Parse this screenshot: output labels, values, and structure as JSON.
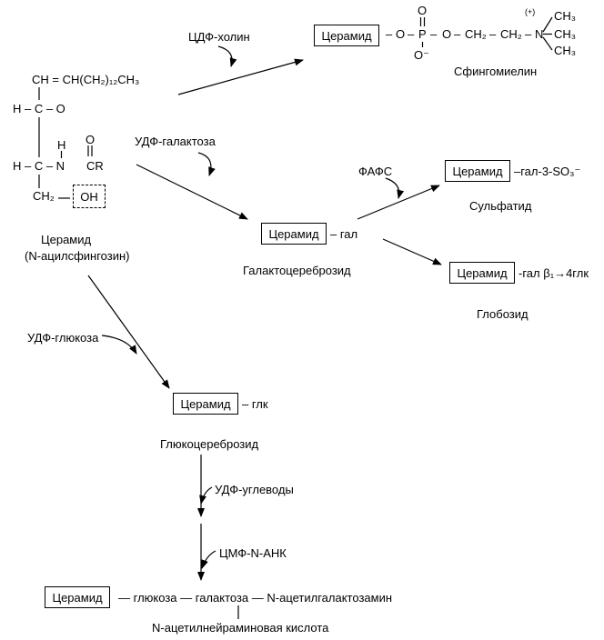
{
  "ceramide_box": "Церамид",
  "structure": {
    "r1": "CH = CH(CH₂)₁₂CH₃",
    "r2": "H – C – O",
    "r3": "H – C – N",
    "amide_h": "H",
    "carbonyl_o": "O",
    "acyl": "CR",
    "r4": "CH₂",
    "oh": "OH",
    "name": "Церамид",
    "alt_name": "(N-ацилсфингозин)"
  },
  "sphingomyelin": {
    "dash": "–",
    "o": "O",
    "p": "P",
    "ch2": "CH₂",
    "n": "N",
    "o_minus": "O⁻",
    "plus": "(+)",
    "ch3": "CH₃",
    "label": "Сфингомиелин"
  },
  "reagents": {
    "cdp_choline": "ЦДФ-холин",
    "udp_galactose": "УДФ-галактоза",
    "paps": "ФАФС",
    "udp_glucose": "УДФ-глюкоза",
    "udp_carbohydrates": "УДФ-углеводы",
    "cmp_nank": "ЦМФ-N-АНК"
  },
  "galactocerebroside": {
    "residue": "– гал",
    "label": "Галактоцереброзид"
  },
  "sulfatide": {
    "residue": "–гал-3-SO₃⁻",
    "label": "Сульфатид"
  },
  "globoside": {
    "residue": "-гал β₁→4глк",
    "label": "Глобозид"
  },
  "glucocerebroside": {
    "residue": "– глк",
    "label": "Глюкоцереброзид"
  },
  "ganglioside": {
    "chain": "—  глюкоза  —  галактоза  —  N-ацетилгалактозамин",
    "acid": "N-ацетилнейраминовая кислота"
  }
}
